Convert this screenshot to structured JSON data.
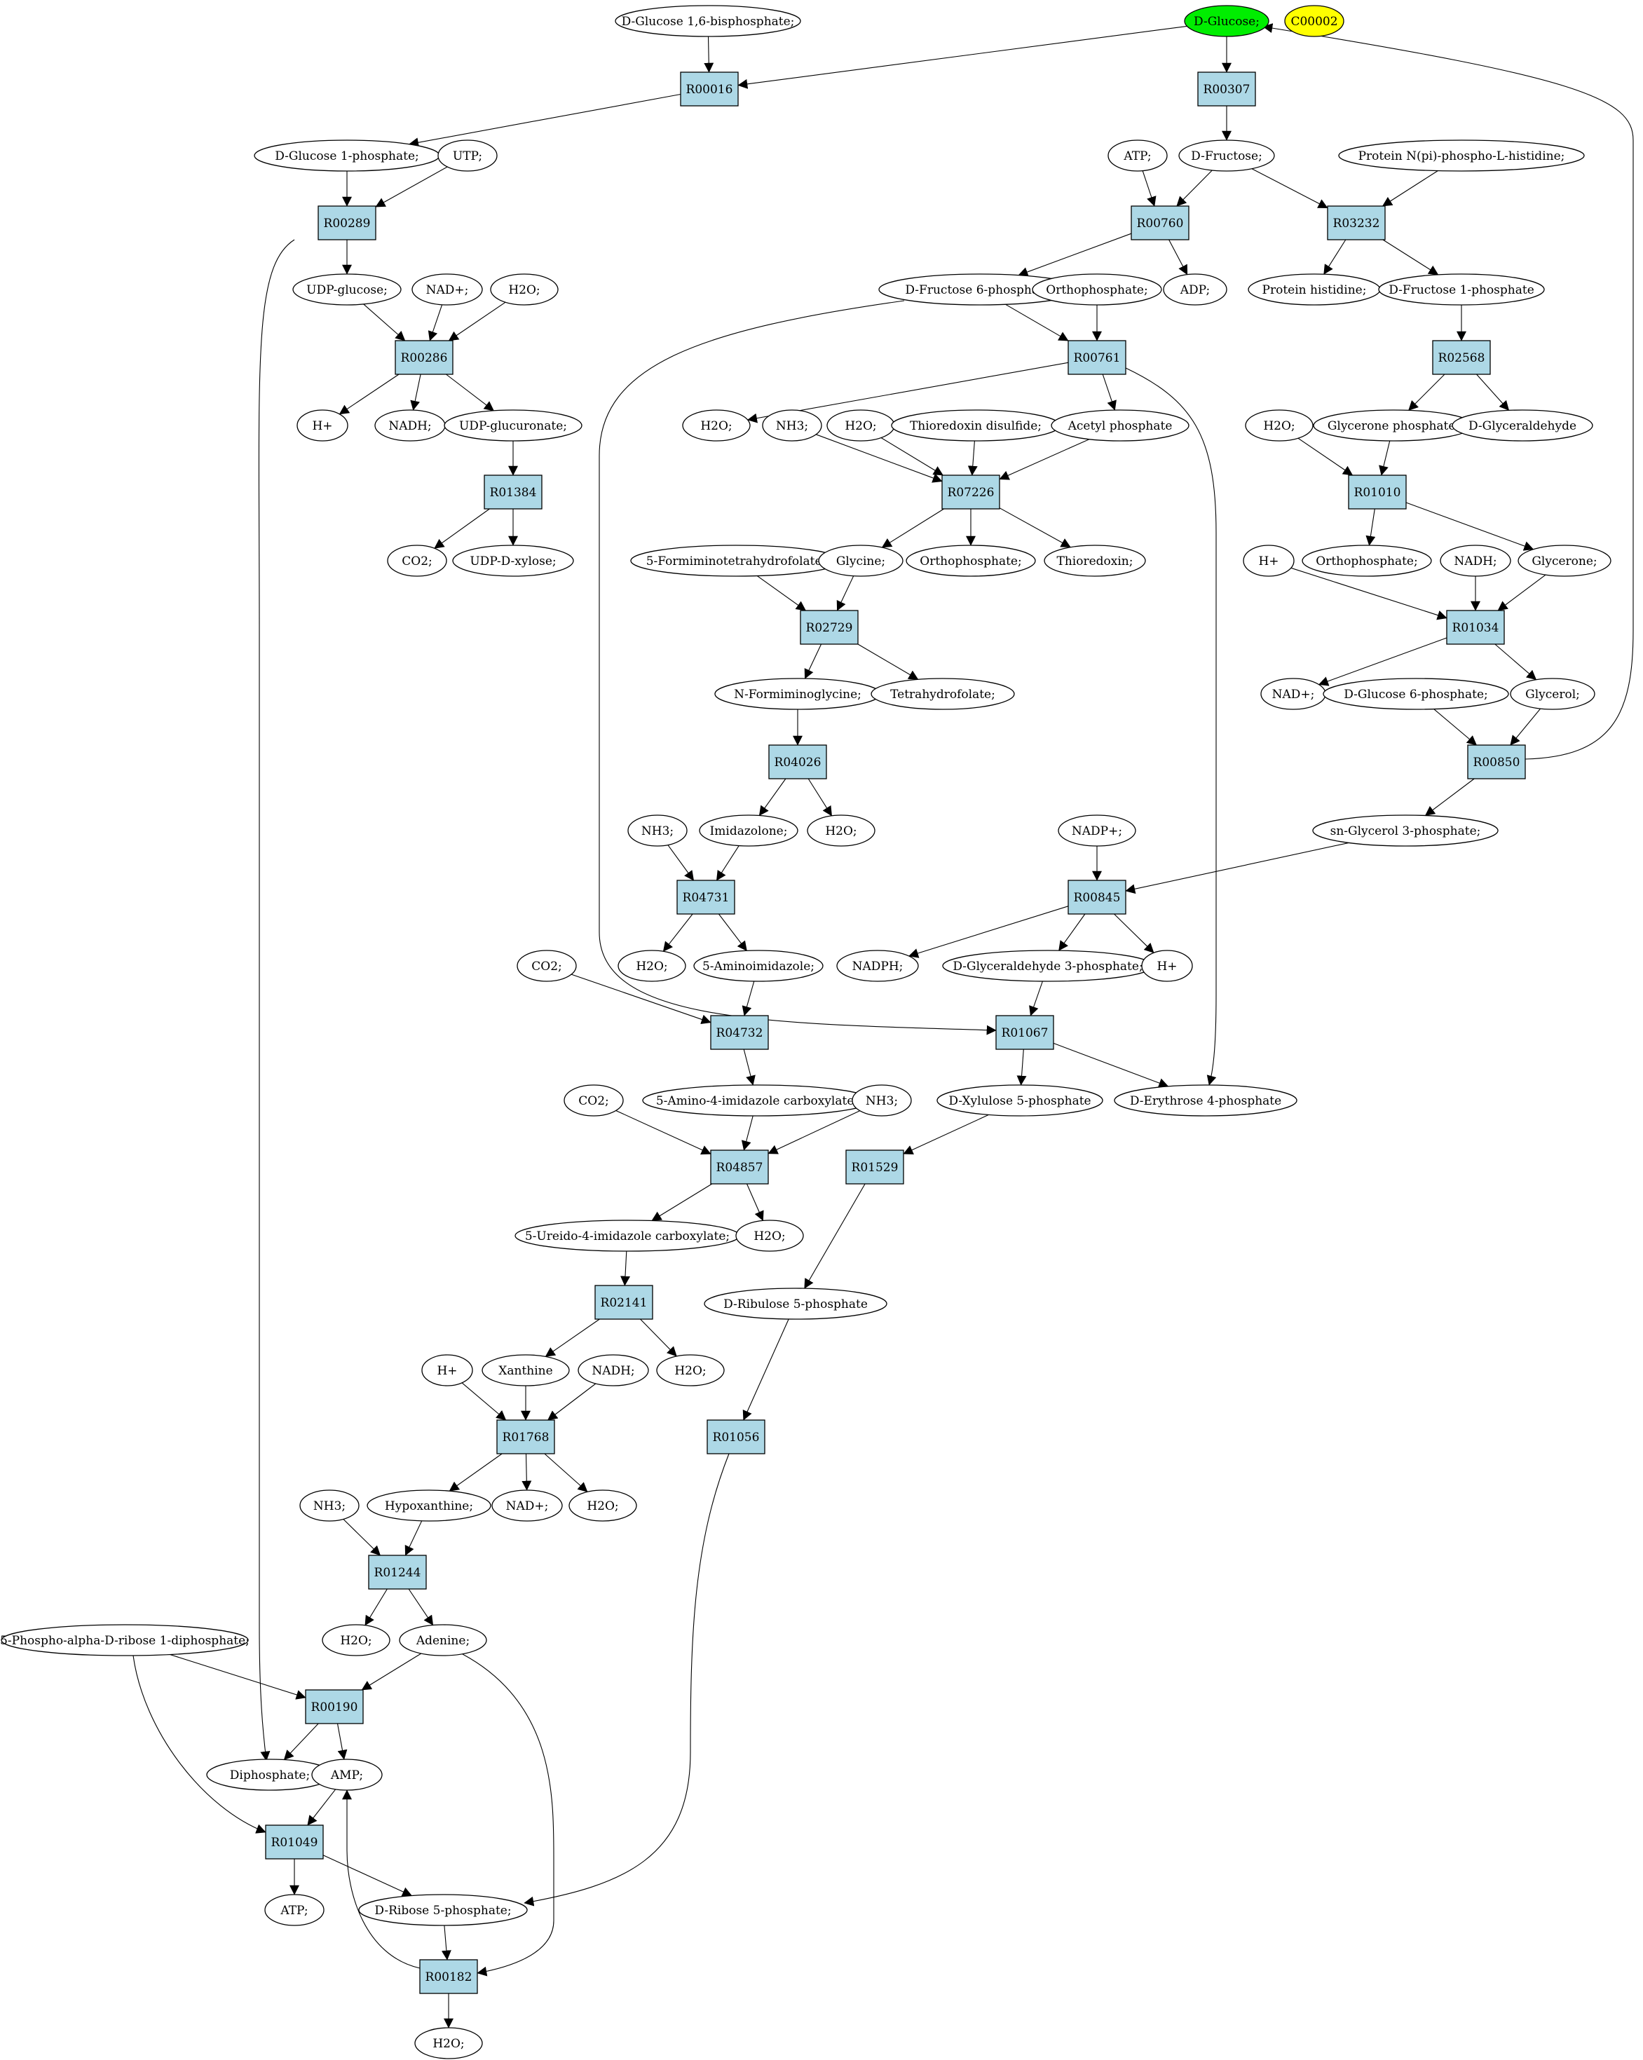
{
  "colors": {
    "compound_fill": "#ffffff",
    "reaction_fill": "#add8e6",
    "highlight_compound": "#00ee00",
    "legend_compound": "#ffff00",
    "line": "#000000"
  },
  "compounds": [
    {
      "id": "c_g16bp",
      "label": "D-Glucose 1,6-bisphosphate;"
    },
    {
      "id": "c_glc",
      "label": "D-Glucose;",
      "highlight": "highlight_compound"
    },
    {
      "id": "c_c00002",
      "label": "C00002",
      "highlight": "legend_compound"
    },
    {
      "id": "c_g1p",
      "label": "D-Glucose 1-phosphate;"
    },
    {
      "id": "c_utp",
      "label": "UTP;"
    },
    {
      "id": "c_atp1",
      "label": "ATP;"
    },
    {
      "id": "c_fru",
      "label": "D-Fructose;"
    },
    {
      "id": "c_pnph",
      "label": "Protein N(pi)-phospho-L-histidine;"
    },
    {
      "id": "c_udpg",
      "label": "UDP-glucose;"
    },
    {
      "id": "c_nad1",
      "label": "NAD+;"
    },
    {
      "id": "c_h2o1",
      "label": "H2O;"
    },
    {
      "id": "c_f6p",
      "label": "D-Fructose 6-phosphate;"
    },
    {
      "id": "c_ortho1",
      "label": "Orthophosphate;"
    },
    {
      "id": "c_adp",
      "label": "ADP;"
    },
    {
      "id": "c_phis",
      "label": "Protein histidine;"
    },
    {
      "id": "c_f1p",
      "label": "D-Fructose 1-phosphate"
    },
    {
      "id": "c_h1",
      "label": "H+"
    },
    {
      "id": "c_nadh1",
      "label": "NADH;"
    },
    {
      "id": "c_udpga",
      "label": "UDP-glucuronate;"
    },
    {
      "id": "c_h2o2",
      "label": "H2O;"
    },
    {
      "id": "c_nh3a",
      "label": "NH3;"
    },
    {
      "id": "c_h2o3",
      "label": "H2O;"
    },
    {
      "id": "c_trxss",
      "label": "Thioredoxin disulfide;"
    },
    {
      "id": "c_acp",
      "label": "Acetyl phosphate"
    },
    {
      "id": "c_h2o4",
      "label": "H2O;"
    },
    {
      "id": "c_dhap",
      "label": "Glycerone phosphate;"
    },
    {
      "id": "c_gald",
      "label": "D-Glyceraldehyde"
    },
    {
      "id": "c_co2a",
      "label": "CO2;"
    },
    {
      "id": "c_udpx",
      "label": "UDP-D-xylose;"
    },
    {
      "id": "c_5fthf",
      "label": "5-Formiminotetrahydrofolate;"
    },
    {
      "id": "c_gly",
      "label": "Glycine;"
    },
    {
      "id": "c_ortho2",
      "label": "Orthophosphate;"
    },
    {
      "id": "c_trx",
      "label": "Thioredoxin;"
    },
    {
      "id": "c_h2",
      "label": "H+"
    },
    {
      "id": "c_ortho3",
      "label": "Orthophosphate;"
    },
    {
      "id": "c_nadh2",
      "label": "NADH;"
    },
    {
      "id": "c_dha",
      "label": "Glycerone;"
    },
    {
      "id": "c_nfgly",
      "label": "N-Formiminoglycine;"
    },
    {
      "id": "c_thf",
      "label": "Tetrahydrofolate;"
    },
    {
      "id": "c_nad2",
      "label": "NAD+;"
    },
    {
      "id": "c_g6p",
      "label": "D-Glucose 6-phosphate;"
    },
    {
      "id": "c_glyc",
      "label": "Glycerol;"
    },
    {
      "id": "c_nh3b",
      "label": "NH3;"
    },
    {
      "id": "c_imz",
      "label": "Imidazolone;"
    },
    {
      "id": "c_h2o5",
      "label": "H2O;"
    },
    {
      "id": "c_nadp",
      "label": "NADP+;"
    },
    {
      "id": "c_g3p",
      "label": "sn-Glycerol 3-phosphate;"
    },
    {
      "id": "c_co2b",
      "label": "CO2;"
    },
    {
      "id": "c_h2o6",
      "label": "H2O;"
    },
    {
      "id": "c_5ai",
      "label": "5-Aminoimidazole;"
    },
    {
      "id": "c_nadph",
      "label": "NADPH;"
    },
    {
      "id": "c_gap",
      "label": "D-Glyceraldehyde 3-phosphate;"
    },
    {
      "id": "c_h3",
      "label": "H+"
    },
    {
      "id": "c_co2c",
      "label": "CO2;"
    },
    {
      "id": "c_5a4ic",
      "label": "5-Amino-4-imidazole carboxylate;"
    },
    {
      "id": "c_nh3c",
      "label": "NH3;"
    },
    {
      "id": "c_xu5p",
      "label": "D-Xylulose 5-phosphate"
    },
    {
      "id": "c_e4p",
      "label": "D-Erythrose 4-phosphate"
    },
    {
      "id": "c_5u4ic",
      "label": "5-Ureido-4-imidazole carboxylate;"
    },
    {
      "id": "c_h2o7",
      "label": "H2O;"
    },
    {
      "id": "c_ru5p",
      "label": "D-Ribulose 5-phosphate"
    },
    {
      "id": "c_h4",
      "label": "H+"
    },
    {
      "id": "c_xan",
      "label": "Xanthine"
    },
    {
      "id": "c_nadh3",
      "label": "NADH;"
    },
    {
      "id": "c_h2o8",
      "label": "H2O;"
    },
    {
      "id": "c_nh3d",
      "label": "NH3;"
    },
    {
      "id": "c_hxan",
      "label": "Hypoxanthine;"
    },
    {
      "id": "c_nad3",
      "label": "NAD+;"
    },
    {
      "id": "c_h2o9",
      "label": "H2O;"
    },
    {
      "id": "c_h2o10",
      "label": "H2O;"
    },
    {
      "id": "c_ade",
      "label": "Adenine;"
    },
    {
      "id": "c_prpp",
      "label": "5-Phospho-alpha-D-ribose 1-diphosphate;"
    },
    {
      "id": "c_ppi",
      "label": "Diphosphate;"
    },
    {
      "id": "c_amp",
      "label": "AMP;"
    },
    {
      "id": "c_atp2",
      "label": "ATP;"
    },
    {
      "id": "c_r5p",
      "label": "D-Ribose 5-phosphate;"
    },
    {
      "id": "c_h2o11",
      "label": "H2O;"
    }
  ],
  "reactions": [
    {
      "id": "r_00016",
      "label": "R00016"
    },
    {
      "id": "r_00307",
      "label": "R00307"
    },
    {
      "id": "r_00289",
      "label": "R00289"
    },
    {
      "id": "r_00760",
      "label": "R00760"
    },
    {
      "id": "r_03232",
      "label": "R03232"
    },
    {
      "id": "r_00286",
      "label": "R00286"
    },
    {
      "id": "r_00761",
      "label": "R00761"
    },
    {
      "id": "r_02568",
      "label": "R02568"
    },
    {
      "id": "r_01384",
      "label": "R01384"
    },
    {
      "id": "r_07226",
      "label": "R07226"
    },
    {
      "id": "r_01010",
      "label": "R01010"
    },
    {
      "id": "r_02729",
      "label": "R02729"
    },
    {
      "id": "r_01034",
      "label": "R01034"
    },
    {
      "id": "r_04026",
      "label": "R04026"
    },
    {
      "id": "r_00850",
      "label": "R00850"
    },
    {
      "id": "r_04731",
      "label": "R04731"
    },
    {
      "id": "r_00845",
      "label": "R00845"
    },
    {
      "id": "r_04732",
      "label": "R04732"
    },
    {
      "id": "r_01067",
      "label": "R01067"
    },
    {
      "id": "r_04857",
      "label": "R04857"
    },
    {
      "id": "r_01529",
      "label": "R01529"
    },
    {
      "id": "r_02141",
      "label": "R02141"
    },
    {
      "id": "r_01768",
      "label": "R01768"
    },
    {
      "id": "r_01056",
      "label": "R01056"
    },
    {
      "id": "r_01244",
      "label": "R01244"
    },
    {
      "id": "r_00190",
      "label": "R00190"
    },
    {
      "id": "r_01049",
      "label": "R01049"
    },
    {
      "id": "r_00182",
      "label": "R00182"
    }
  ],
  "edges": [
    [
      "c_g16bp",
      "r_00016"
    ],
    [
      "c_glc",
      "r_00016"
    ],
    [
      "r_00016",
      "c_g1p"
    ],
    [
      "c_glc",
      "r_00307"
    ],
    [
      "r_00307",
      "c_fru"
    ],
    [
      "c_g1p",
      "r_00289"
    ],
    [
      "c_utp",
      "r_00289"
    ],
    [
      "r_00289",
      "c_udpg"
    ],
    [
      "r_00289",
      "c_ppi"
    ],
    [
      "c_atp1",
      "r_00760"
    ],
    [
      "c_fru",
      "r_00760"
    ],
    [
      "r_00760",
      "c_f6p"
    ],
    [
      "r_00760",
      "c_adp"
    ],
    [
      "c_fru",
      "r_03232"
    ],
    [
      "c_pnph",
      "r_03232"
    ],
    [
      "r_03232",
      "c_phis"
    ],
    [
      "r_03232",
      "c_f1p"
    ],
    [
      "c_udpg",
      "r_00286"
    ],
    [
      "c_nad1",
      "r_00286"
    ],
    [
      "c_h2o1",
      "r_00286"
    ],
    [
      "r_00286",
      "c_h1"
    ],
    [
      "r_00286",
      "c_nadh1"
    ],
    [
      "r_00286",
      "c_udpga"
    ],
    [
      "c_f6p",
      "r_00761"
    ],
    [
      "c_ortho1",
      "r_00761"
    ],
    [
      "r_00761",
      "c_h2o2"
    ],
    [
      "r_00761",
      "c_acp"
    ],
    [
      "r_00761",
      "c_e4p"
    ],
    [
      "c_f1p",
      "r_02568"
    ],
    [
      "r_02568",
      "c_dhap"
    ],
    [
      "r_02568",
      "c_gald"
    ],
    [
      "c_udpga",
      "r_01384"
    ],
    [
      "r_01384",
      "c_co2a"
    ],
    [
      "r_01384",
      "c_udpx"
    ],
    [
      "c_nh3a",
      "r_07226"
    ],
    [
      "c_h2o3",
      "r_07226"
    ],
    [
      "c_trxss",
      "r_07226"
    ],
    [
      "c_acp",
      "r_07226"
    ],
    [
      "r_07226",
      "c_gly"
    ],
    [
      "r_07226",
      "c_ortho2"
    ],
    [
      "r_07226",
      "c_trx"
    ],
    [
      "c_h2o4",
      "r_01010"
    ],
    [
      "c_dhap",
      "r_01010"
    ],
    [
      "r_01010",
      "c_ortho3"
    ],
    [
      "r_01010",
      "c_dha"
    ],
    [
      "c_5fthf",
      "r_02729"
    ],
    [
      "c_gly",
      "r_02729"
    ],
    [
      "r_02729",
      "c_nfgly"
    ],
    [
      "r_02729",
      "c_thf"
    ],
    [
      "c_h2",
      "r_01034"
    ],
    [
      "c_nadh2",
      "r_01034"
    ],
    [
      "c_dha",
      "r_01034"
    ],
    [
      "r_01034",
      "c_nad2"
    ],
    [
      "r_01034",
      "c_glyc"
    ],
    [
      "c_nfgly",
      "r_04026"
    ],
    [
      "r_04026",
      "c_imz"
    ],
    [
      "r_04026",
      "c_h2o5"
    ],
    [
      "c_g6p",
      "r_00850"
    ],
    [
      "c_glyc",
      "r_00850"
    ],
    [
      "r_00850",
      "c_g3p"
    ],
    [
      "r_00850",
      "c_glc"
    ],
    [
      "c_nh3b",
      "r_04731"
    ],
    [
      "c_imz",
      "r_04731"
    ],
    [
      "r_04731",
      "c_h2o6"
    ],
    [
      "r_04731",
      "c_5ai"
    ],
    [
      "c_nadp",
      "r_00845"
    ],
    [
      "c_g3p",
      "r_00845"
    ],
    [
      "r_00845",
      "c_nadph"
    ],
    [
      "r_00845",
      "c_gap"
    ],
    [
      "r_00845",
      "c_h3"
    ],
    [
      "c_co2b",
      "r_04732"
    ],
    [
      "c_5ai",
      "r_04732"
    ],
    [
      "r_04732",
      "c_5a4ic"
    ],
    [
      "c_gap",
      "r_01067"
    ],
    [
      "c_f6p",
      "r_01067"
    ],
    [
      "r_01067",
      "c_xu5p"
    ],
    [
      "r_01067",
      "c_e4p"
    ],
    [
      "c_co2c",
      "r_04857"
    ],
    [
      "c_5a4ic",
      "r_04857"
    ],
    [
      "c_nh3c",
      "r_04857"
    ],
    [
      "r_04857",
      "c_5u4ic"
    ],
    [
      "r_04857",
      "c_h2o7"
    ],
    [
      "c_xu5p",
      "r_01529"
    ],
    [
      "r_01529",
      "c_ru5p"
    ],
    [
      "c_5u4ic",
      "r_02141"
    ],
    [
      "r_02141",
      "c_xan"
    ],
    [
      "r_02141",
      "c_h2o8"
    ],
    [
      "c_h4",
      "r_01768"
    ],
    [
      "c_xan",
      "r_01768"
    ],
    [
      "c_nadh3",
      "r_01768"
    ],
    [
      "r_01768",
      "c_hxan"
    ],
    [
      "r_01768",
      "c_nad3"
    ],
    [
      "r_01768",
      "c_h2o9"
    ],
    [
      "c_ru5p",
      "r_01056"
    ],
    [
      "r_01056",
      "c_r5p"
    ],
    [
      "c_nh3d",
      "r_01244"
    ],
    [
      "c_hxan",
      "r_01244"
    ],
    [
      "r_01244",
      "c_h2o10"
    ],
    [
      "r_01244",
      "c_ade"
    ],
    [
      "c_prpp",
      "r_00190"
    ],
    [
      "c_ade",
      "r_00190"
    ],
    [
      "r_00190",
      "c_ppi"
    ],
    [
      "r_00190",
      "c_amp"
    ],
    [
      "c_prpp",
      "r_01049"
    ],
    [
      "c_amp",
      "r_01049"
    ],
    [
      "r_01049",
      "c_atp2"
    ],
    [
      "r_01049",
      "c_r5p"
    ],
    [
      "c_r5p",
      "r_00182"
    ],
    [
      "c_ade",
      "r_00182"
    ],
    [
      "r_00182",
      "c_h2o11"
    ],
    [
      "r_00182",
      "c_amp"
    ]
  ]
}
